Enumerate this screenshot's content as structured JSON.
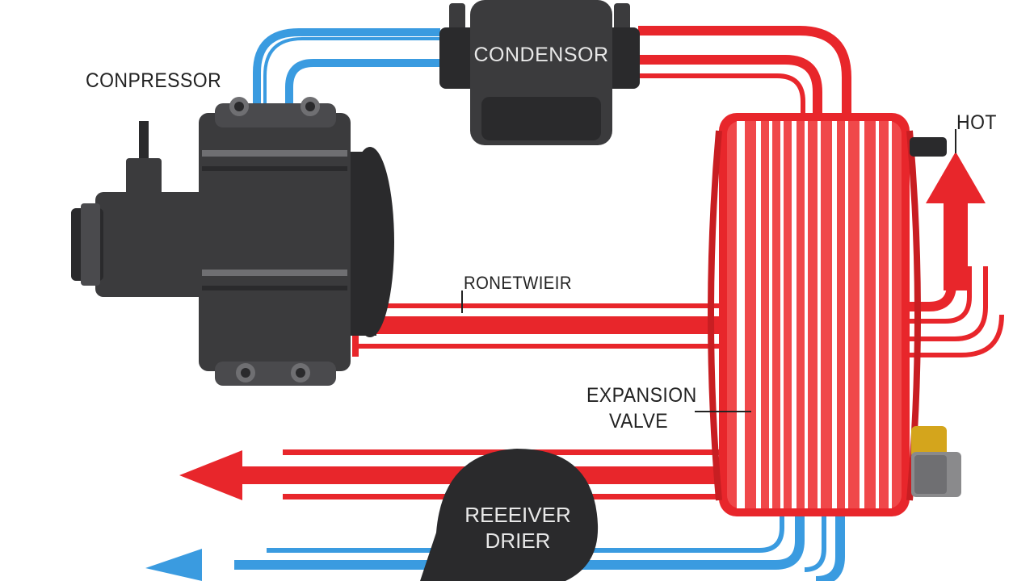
{
  "diagram": {
    "labels": {
      "compressor": "CONPRESSOR",
      "condensor": "CONDENSOR",
      "hot": "HOT",
      "tag": "RONETWIEIR",
      "expansion_valve_line1": "EXPANSION",
      "expansion_valve_line2": "VALVE",
      "receiver_drier_line1": "REEEIVER",
      "receiver_drier_line2": "DRIER"
    },
    "colors": {
      "hot_line": "#e8262b",
      "cold_line": "#3a9be0",
      "component_body": "#3b3b3d",
      "component_dark": "#2a2a2c",
      "evaporator_fin": "#e8262b"
    },
    "icons": [
      "compressor-icon",
      "condenser-icon",
      "evaporator-icon",
      "receiver-drier-icon",
      "hot-arrow-icon",
      "flow-arrow-icon"
    ]
  }
}
